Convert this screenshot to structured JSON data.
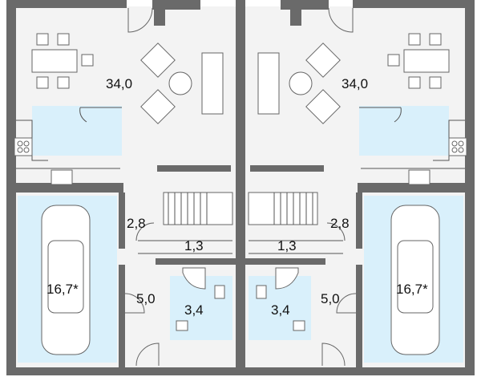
{
  "rooms": {
    "living_left": "34,0",
    "living_right": "34,0",
    "hall_left": "2,8",
    "hall_right": "2,8",
    "landing_left": "1,3",
    "landing_right": "1,3",
    "entry_left": "5,0",
    "entry_right": "5,0",
    "bath_left": "3,4",
    "bath_right": "3,4",
    "garage_left": "16,7*",
    "garage_right": "16,7*"
  },
  "colors": {
    "wall": "#6a6a6a",
    "floor": "#f3f3f3",
    "wet_area": "#d9f0fb"
  }
}
